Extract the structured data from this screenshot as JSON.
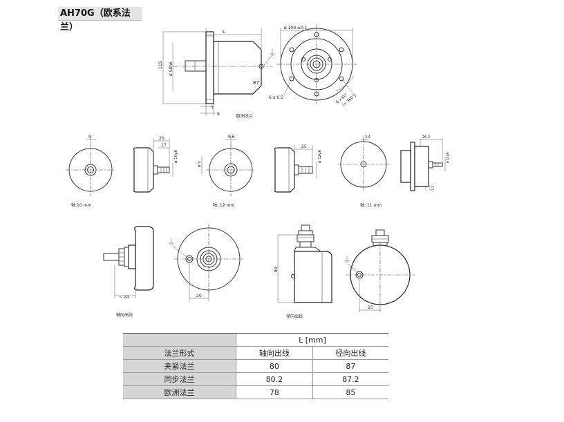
{
  "header": {
    "title": "AH70G（欧系法兰）"
  },
  "drawing_labels": {
    "top_dim_L": "L",
    "dim_115": "115",
    "dim_58h6": "ø 58h6",
    "dim_87": "87",
    "dim_3": "3",
    "dim_8": "8",
    "caption_euro_flange": "欧洲法兰",
    "dim_100": "ø 100 ±0.1",
    "dim_6x65": "6 x 6.5",
    "dim_6x60": "6 x 60°",
    "dim_360": "(= 360°)",
    "shaft10_dim_9": "9",
    "shaft10_dim_20": "20",
    "shaft10_dim_17": "17",
    "shaft10_dim_d": "ø 10g6",
    "shaft10_caption": "轴:10 mm",
    "shaft12_dim_96": "9.6",
    "shaft12_dim_25": "25",
    "shaft12_dim_d": "ø 12g6",
    "shaft12_dim_side": "ø 9",
    "shaft12_caption": "轴: 12 mm",
    "shaft11_dim_24": "2.4",
    "shaft11_dim_262": "26.2",
    "shaft11_dim_d": "ø 11g6",
    "shaft11_dim_33": "3.3",
    "shaft11_caption": "轴: 11 mm",
    "axial_dim_24": "~ 24",
    "axial_dim_20": "20",
    "axial_caption": "轴向出线",
    "radial_dim_89": "89",
    "radial_dim_25": "25",
    "radial_caption": "径向出线"
  },
  "table": {
    "top_header": "L [mm]",
    "col_header_label": "法兰形式",
    "col_axial": "轴向出线",
    "col_radial": "径向出线",
    "rows": [
      {
        "label": "夹紧法兰",
        "axial": "80",
        "radial": "87"
      },
      {
        "label": "同步法兰",
        "axial": "80.2",
        "radial": "87.2"
      },
      {
        "label": "欧洲法兰",
        "axial": "78",
        "radial": "85"
      }
    ]
  }
}
